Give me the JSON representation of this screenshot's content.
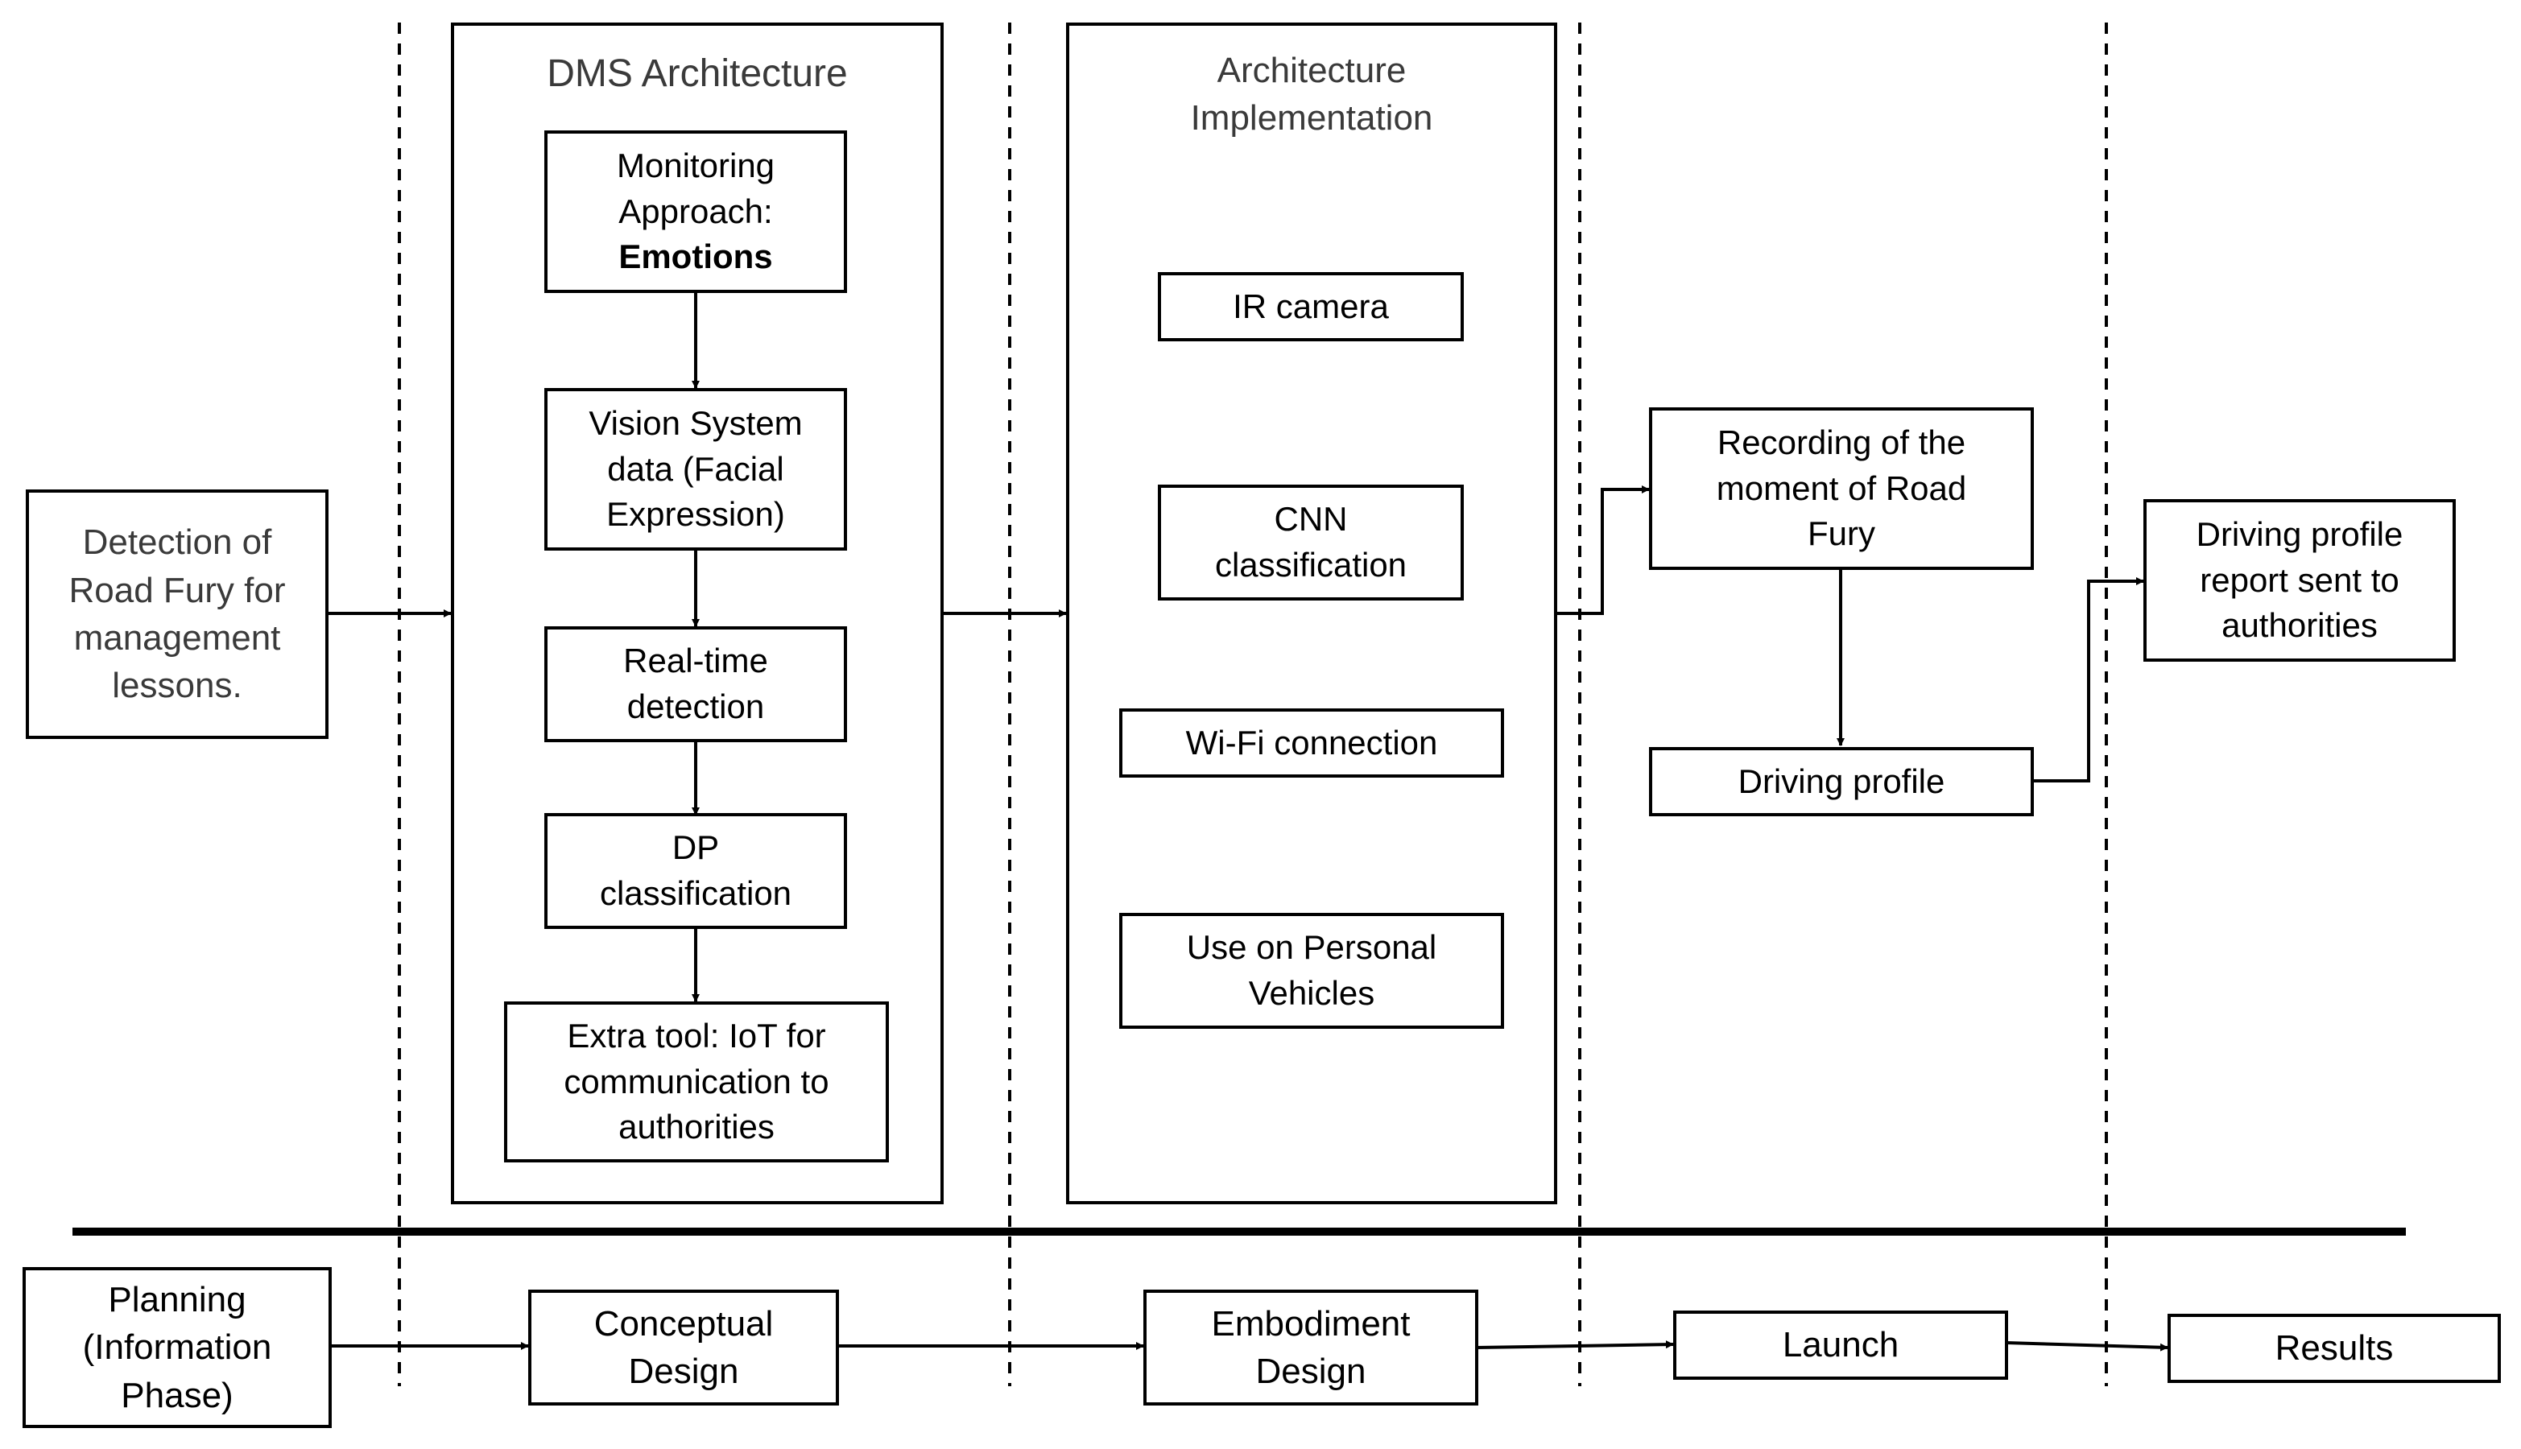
{
  "left_input": "Detection of\nRoad Fury for\nmanagement\nlessons.",
  "dms": {
    "title": "DMS Architecture",
    "monitoring_text": "Monitoring\nApproach:",
    "monitoring_bold": "Emotions",
    "vision": "Vision System\ndata (Facial\nExpression)",
    "realtime": "Real-time\ndetection",
    "dp": "DP\nclassification",
    "extra_tool": "Extra tool: IoT for\ncommunication to\nauthorities"
  },
  "implementation": {
    "title": "Architecture\nImplementation",
    "ir_camera": "IR camera",
    "cnn": "CNN\nclassification",
    "wifi": "Wi-Fi connection",
    "personal_vehicles": "Use on Personal\nVehicles"
  },
  "launch_stage": {
    "recording": "Recording of the\nmoment of Road\nFury",
    "driving_profile": "Driving profile"
  },
  "results_stage": {
    "report": "Driving profile\nreport sent to\nauthorities"
  },
  "phases": {
    "planning": "Planning\n(Information\nPhase)",
    "conceptual": "Conceptual\nDesign",
    "embodiment": "Embodiment\nDesign",
    "launch": "Launch",
    "results": "Results"
  }
}
